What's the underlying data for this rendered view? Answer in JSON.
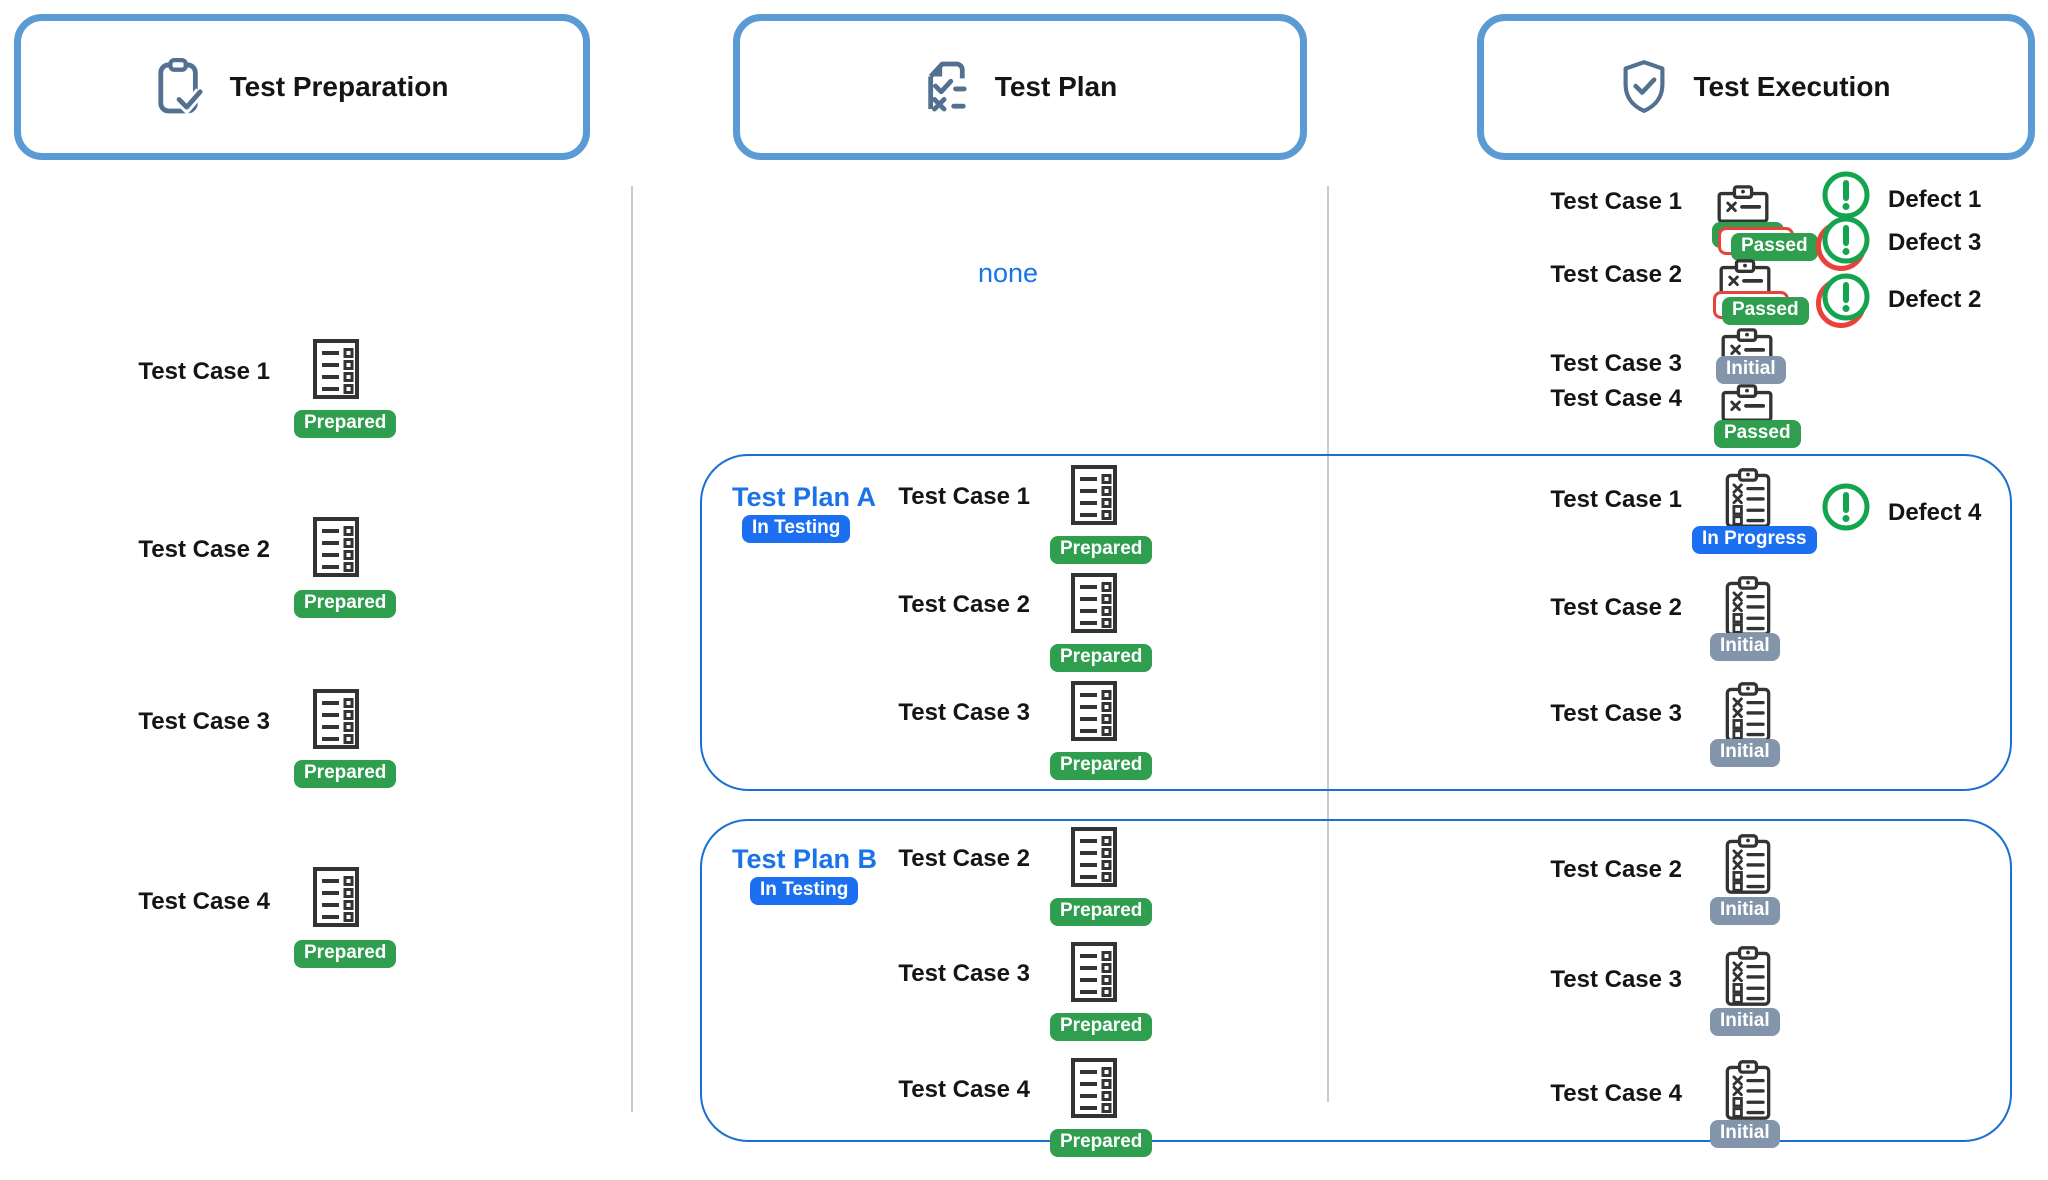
{
  "colors": {
    "header_border": "#5b9bd5",
    "header_icon": "#52708f",
    "plan_box_border": "#1b6fd3",
    "divider": "#cbcbcb",
    "badge_green": "#2f9e4f",
    "badge_blue": "#1b6ff0",
    "badge_gray": "#8295ab",
    "link_blue": "#1a73e8",
    "defect_green": "#12a44e",
    "overlap_red": "#e8423b",
    "icon_dark": "#333333"
  },
  "headers": {
    "preparation": {
      "label": "Test Preparation",
      "icon": "clipboard-check-icon"
    },
    "plan": {
      "label": "Test Plan",
      "icon": "page-check-icon"
    },
    "execution": {
      "label": "Test Execution",
      "icon": "shield-check-icon"
    }
  },
  "preparation": {
    "cases": [
      {
        "label": "Test Case 1",
        "status": "Prepared"
      },
      {
        "label": "Test Case 2",
        "status": "Prepared"
      },
      {
        "label": "Test Case 3",
        "status": "Prepared"
      },
      {
        "label": "Test Case 4",
        "status": "Prepared"
      }
    ]
  },
  "plan": {
    "unassigned_label": "none",
    "plan_a": {
      "name": "Test Plan A",
      "status": "In Testing",
      "cases": [
        {
          "label": "Test Case 1",
          "status": "Prepared"
        },
        {
          "label": "Test Case 2",
          "status": "Prepared"
        },
        {
          "label": "Test Case 3",
          "status": "Prepared"
        }
      ]
    },
    "plan_b": {
      "name": "Test Plan B",
      "status": "In Testing",
      "cases": [
        {
          "label": "Test Case 2",
          "status": "Prepared"
        },
        {
          "label": "Test Case 3",
          "status": "Prepared"
        },
        {
          "label": "Test Case 4",
          "status": "Prepared"
        }
      ]
    }
  },
  "execution": {
    "unplanned": {
      "cases": [
        {
          "label": "Test Case 1",
          "status": "Passed"
        },
        {
          "label": "Test Case 2",
          "status": "Passed"
        },
        {
          "label": "Test Case 3",
          "status": "Initial"
        },
        {
          "label": "Test Case 4",
          "status": "Passed"
        }
      ],
      "defects": [
        {
          "label": "Defect 1"
        },
        {
          "label": "Defect 3"
        },
        {
          "label": "Defect 2"
        }
      ]
    },
    "plan_a": {
      "cases": [
        {
          "label": "Test Case 1",
          "status": "In Progress"
        },
        {
          "label": "Test Case 2",
          "status": "Initial"
        },
        {
          "label": "Test Case 3",
          "status": "Initial"
        }
      ],
      "defects": [
        {
          "label": "Defect 4"
        }
      ]
    },
    "plan_b": {
      "cases": [
        {
          "label": "Test Case 2",
          "status": "Initial"
        },
        {
          "label": "Test Case 3",
          "status": "Initial"
        },
        {
          "label": "Test Case 4",
          "status": "Initial"
        }
      ]
    }
  }
}
